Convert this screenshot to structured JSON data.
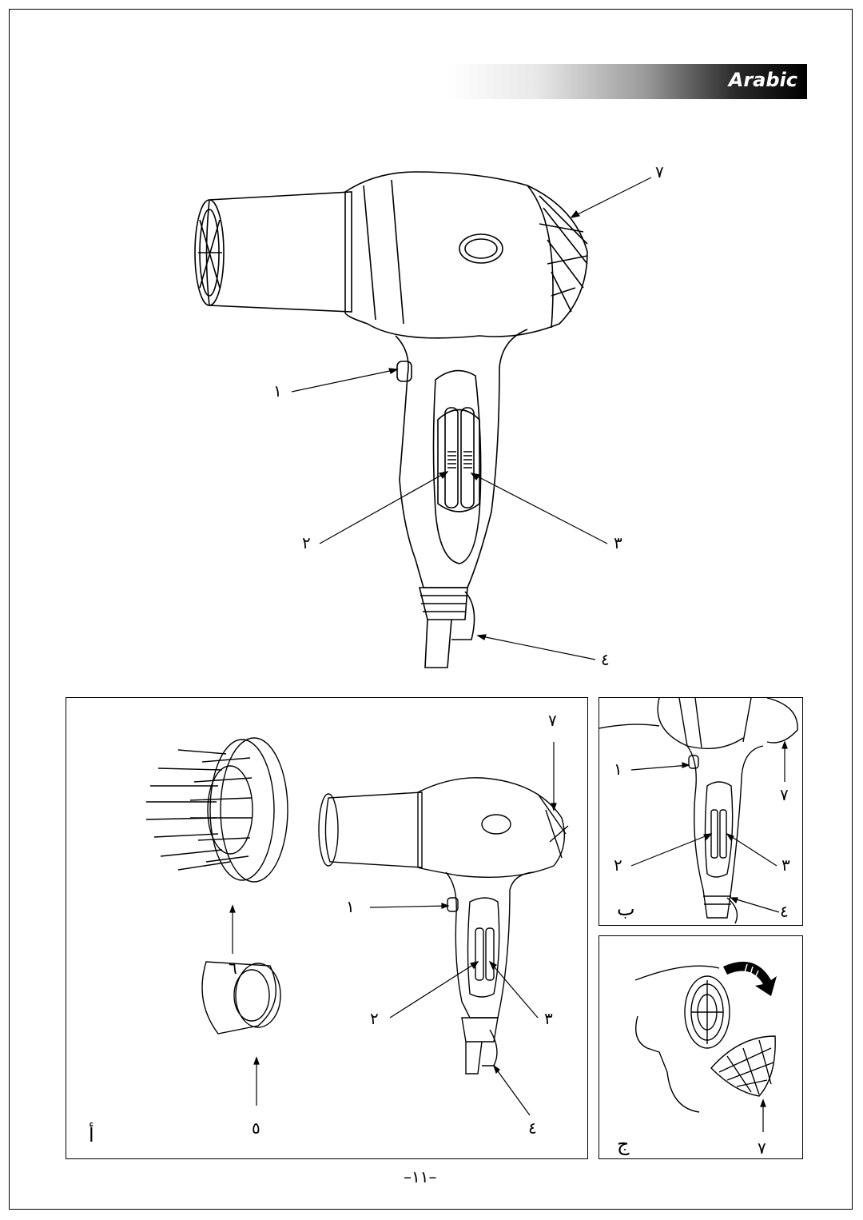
{
  "header": {
    "language": "Arabic"
  },
  "main_figure": {
    "callouts": {
      "c1": "١",
      "c2": "٢",
      "c3": "٣",
      "c4": "٤",
      "c7": "٧"
    }
  },
  "panel_a": {
    "letter": "أ",
    "callouts": {
      "c1": "١",
      "c2": "٢",
      "c3": "٣",
      "c4": "٤",
      "c5": "٥",
      "c6": "٦",
      "c7": "٧"
    }
  },
  "panel_b": {
    "letter": "ب",
    "callouts": {
      "c1": "١",
      "c2": "٢",
      "c3": "٣",
      "c4": "٤",
      "c7": "٧"
    }
  },
  "panel_c": {
    "letter": "ج",
    "callouts": {
      "c7": "٧"
    }
  },
  "page_number": "–١١–"
}
